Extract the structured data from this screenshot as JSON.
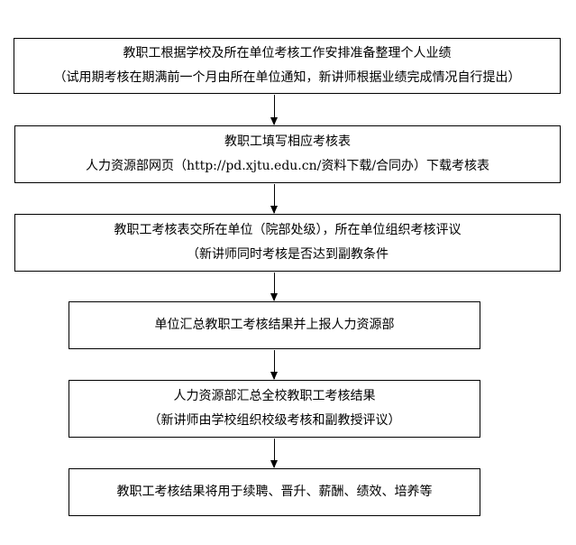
{
  "steps": [
    {
      "lines": [
        "教职工根据学校及所在单位考核工作安排准备整理个人业绩",
        "（试用期考核在期满前一个月由所在单位通知，新讲师根据业绩完成情况自行提出）"
      ]
    },
    {
      "lines": [
        "教职工填写相应考核表",
        "人力资源部网页（http://pd.xjtu.edu.cn/资料下载/合同办）下载考核表"
      ]
    },
    {
      "lines": [
        "教职工考核表交所在单位（院部处级），所在单位组织考核评议",
        "（新讲师同时考核是否达到副教条件"
      ]
    },
    {
      "lines": [
        "单位汇总教职工考核结果并上报人力资源部"
      ]
    },
    {
      "lines": [
        "人力资源部汇总全校教职工考核结果",
        "（新讲师由学校组织校级考核和副教授评议）"
      ]
    },
    {
      "lines": [
        "教职工考核结果将用于续聘、晋升、薪酬、绩效、培养等"
      ]
    }
  ]
}
